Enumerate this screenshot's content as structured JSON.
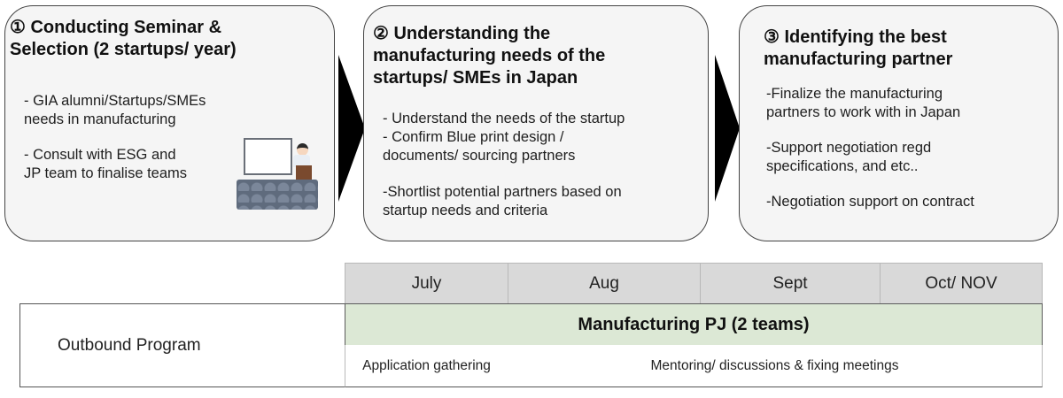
{
  "steps": [
    {
      "number": "①",
      "title": "① Conducting Seminar & Selection (2 startups/ year)",
      "title_lines": [
        "① Conducting Seminar &",
        "Selection (2 startups/ year)"
      ],
      "bullets": [
        "- GIA alumni/Startups/SMEs\nneeds in manufacturing",
        "- Consult with ESG and\nJP team to finalise teams"
      ],
      "illustration": "seminar-presentation-icon"
    },
    {
      "number": "②",
      "title": "② Understanding the manufacturing needs of the startups/ SMEs in Japan",
      "title_lines": [
        "② Understanding the",
        "manufacturing needs of the",
        "startups/ SMEs in Japan"
      ],
      "bullets": [
        "- Understand the needs of the startup\n- Confirm Blue print design /\ndocuments/ sourcing partners",
        "-Shortlist potential partners based on\nstartup needs and criteria"
      ]
    },
    {
      "number": "③",
      "title": "③ Identifying the best manufacturing partner",
      "title_lines": [
        "③ Identifying the best",
        "manufacturing partner"
      ],
      "bullets": [
        "-Finalize the manufacturing\npartners to work with in Japan",
        "-Support negotiation regd\nspecifications, and etc..",
        "-Negotiation support  on contract"
      ]
    }
  ],
  "timeline": {
    "months": [
      "July",
      "Aug",
      "Sept",
      "Oct/ NOV"
    ],
    "row_label": "Outbound Program",
    "bar_label": "Manufacturing PJ (2 teams)",
    "bar_color": "#dce8d5",
    "header_color": "#d9d9d9",
    "phases": [
      {
        "label": "Application gathering",
        "span": "July"
      },
      {
        "label": "Mentoring/ discussions & fixing meetings",
        "span": "Aug – Oct/ NOV"
      }
    ]
  }
}
